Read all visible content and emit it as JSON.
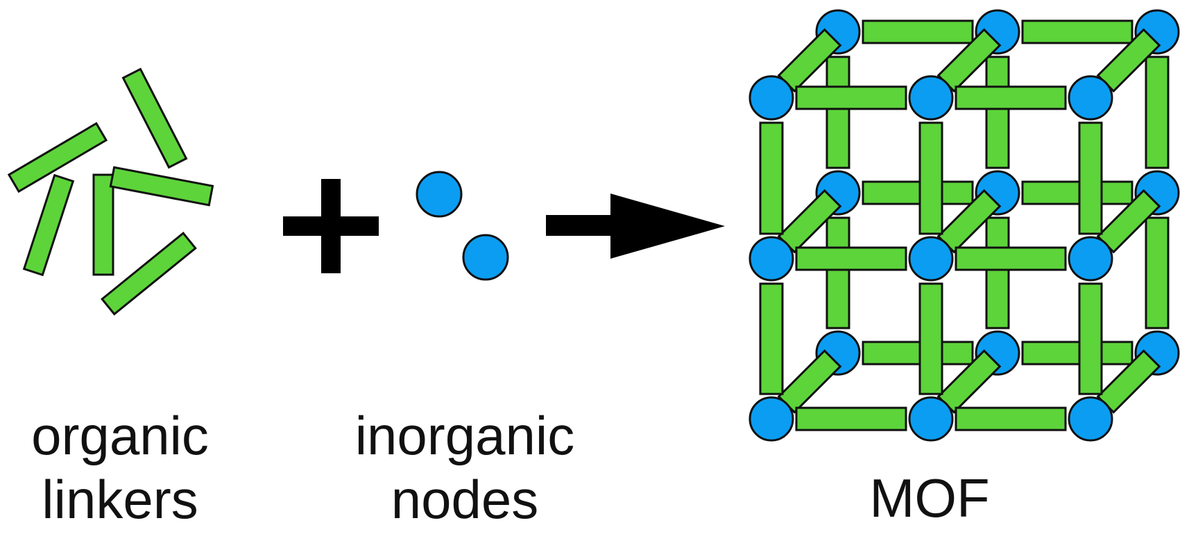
{
  "labels": {
    "organic_linkers": [
      "organic",
      "linkers"
    ],
    "inorganic_nodes": [
      "inorganic",
      "nodes"
    ],
    "mof": "MOF"
  },
  "colors": {
    "linker_fill": "#5dd43a",
    "node_fill": "#0b9df2",
    "outline": "#111111",
    "symbol": "#000000",
    "background": "#ffffff"
  },
  "icons": {
    "plus": "plus-icon",
    "reaction_arrow": "arrow-right-icon"
  }
}
